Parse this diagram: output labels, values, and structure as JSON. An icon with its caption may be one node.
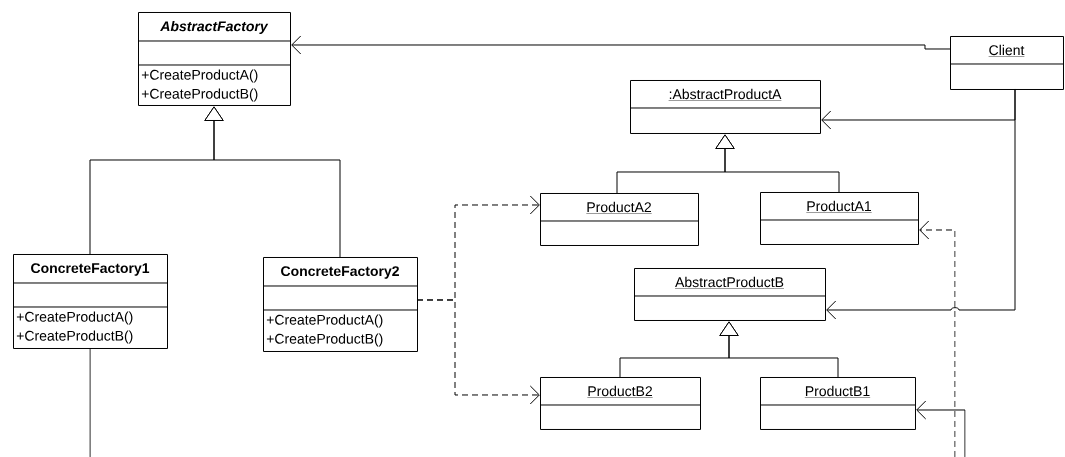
{
  "diagram": {
    "nodes": [
      {
        "text": [
          "AbstractFactory",
          "+CreateProductA()",
          "+CreateProductB()"
        ]
      },
      {
        "text": [
          "Client"
        ]
      },
      {
        "text": [
          ":AbstractProductA"
        ]
      },
      {
        "text": [
          "ProductA2"
        ]
      },
      {
        "text": [
          "ProductA1"
        ]
      },
      {
        "text": [
          "ConcreteFactory1",
          "+CreateProductA()",
          "+CreateProductB()"
        ]
      },
      {
        "text": [
          "ConcreteFactory2",
          "+CreateProductA()",
          "+CreateProductB()"
        ]
      },
      {
        "text": [
          "AbstractProductB"
        ]
      },
      {
        "text": [
          "ProductB2"
        ]
      },
      {
        "text": [
          "ProductB1"
        ]
      }
    ],
    "edges": [
      {
        "from": 1,
        "to": 0,
        "arrow": "to"
      },
      {
        "from": 5,
        "to": 0,
        "arrow": "to"
      },
      {
        "from": 6,
        "to": 0,
        "arrow": "to"
      },
      {
        "from": 3,
        "to": 2,
        "arrow": "to"
      },
      {
        "from": 4,
        "to": 2,
        "arrow": "to"
      },
      {
        "from": 1,
        "to": 2,
        "arrow": "to"
      },
      {
        "from": 6,
        "to": 3,
        "arrow": "to",
        "style": "dashed"
      },
      {
        "from": 6,
        "to": 8,
        "arrow": "to",
        "style": "dashed"
      },
      {
        "from": 8,
        "to": 7,
        "arrow": "to"
      },
      {
        "from": 9,
        "to": 7,
        "arrow": "to"
      },
      {
        "from": 1,
        "to": 7,
        "arrow": "to"
      },
      {
        "from": null,
        "to": 4,
        "arrow": "to",
        "style": "dashed"
      },
      {
        "from": null,
        "to": 9,
        "arrow": "to"
      },
      {
        "from": 5,
        "to": null,
        "arrow": "none"
      }
    ]
  }
}
